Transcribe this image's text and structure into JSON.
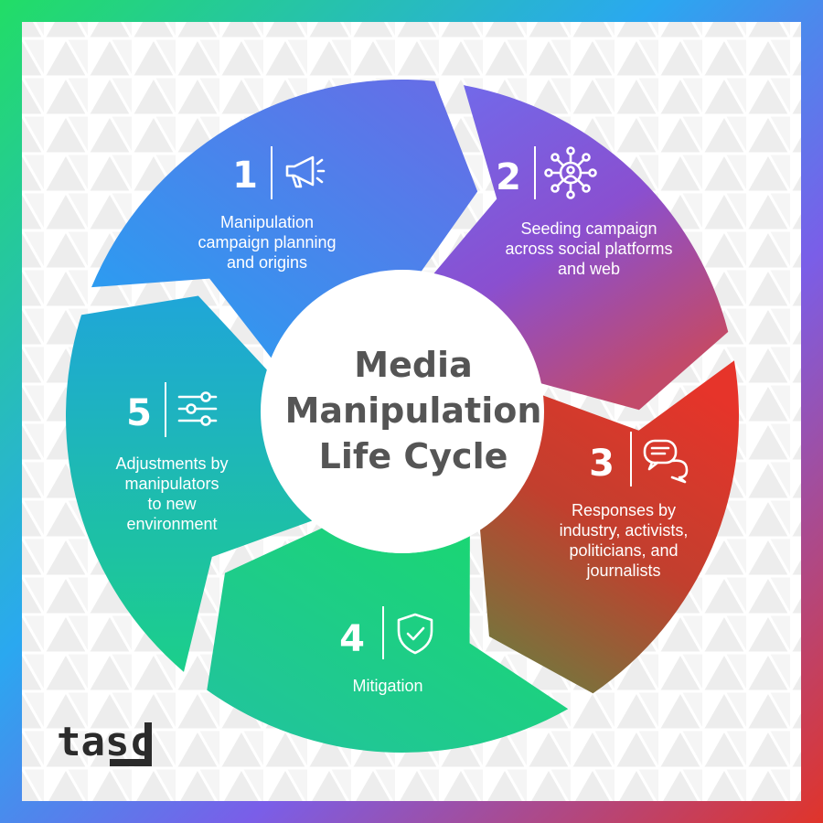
{
  "title": {
    "lines": [
      "Media",
      "Manipulation",
      "Life Cycle"
    ]
  },
  "stages": [
    {
      "number": "1",
      "label_lines": [
        "Manipulation",
        "campaign planning",
        "and origins"
      ],
      "icon": "megaphone-icon",
      "color": "#3b8cf0"
    },
    {
      "number": "2",
      "label_lines": [
        "Seeding campaign",
        "across social platforms",
        "and web"
      ],
      "icon": "network-people-icon",
      "color": "#7a5ee8"
    },
    {
      "number": "3",
      "label_lines": [
        "Responses by",
        "industry, activists,",
        "politicians, and",
        "journalists"
      ],
      "icon": "chat-bubbles-icon",
      "color": "#e0342a"
    },
    {
      "number": "4",
      "label_lines": [
        "Mitigation"
      ],
      "icon": "shield-check-icon",
      "color": "#18d86a"
    },
    {
      "number": "5",
      "label_lines": [
        "Adjustments by",
        "manipulators",
        "to new",
        "environment"
      ],
      "icon": "sliders-icon",
      "color": "#1fb8c8"
    }
  ],
  "logo": {
    "text": "tasc"
  },
  "colors": {
    "border_green": "#22dd66",
    "border_blue": "#2aa8f0",
    "border_purple": "#7a5ee8",
    "border_red": "#e0342a",
    "background_pattern": "#e8e8e8",
    "title_text": "#555555"
  }
}
